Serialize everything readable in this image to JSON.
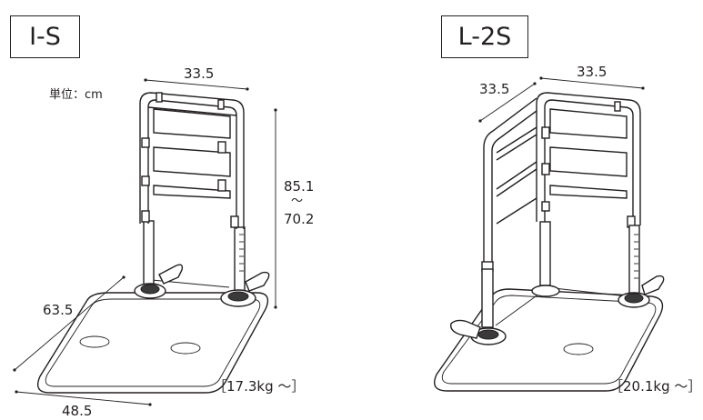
{
  "left_model": {
    "name": "I-S",
    "unit_label": "単位：cm",
    "width_top": "33.5",
    "height_max": "85.1",
    "height_range_mark": "〜",
    "height_min": "70.2",
    "base_depth": "63.5",
    "base_width": "48.5",
    "weight": "［17.3kg 〜］"
  },
  "right_model": {
    "name": "L-2S",
    "width_top": "33.5",
    "side_depth": "33.5",
    "weight": "［20.1kg 〜］"
  }
}
